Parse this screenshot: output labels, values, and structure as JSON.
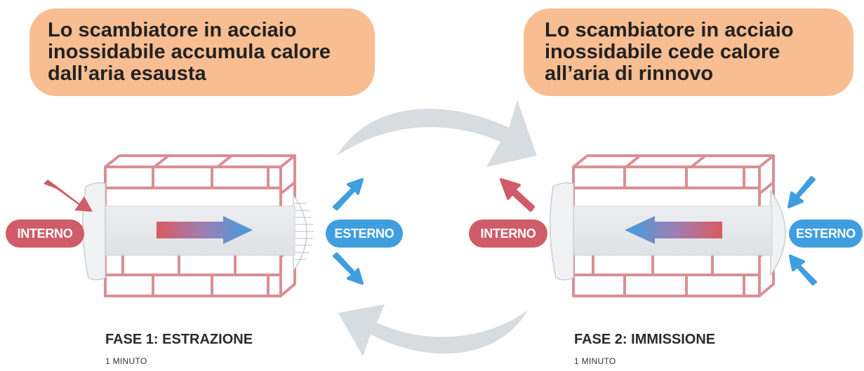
{
  "phase1": {
    "callout": "Lo scambiatore  in acciaio\ninossidabile accumula calore\ndall’aria esausta",
    "title": "FASE 1: ESTRAZIONE",
    "duration": "1 MINUTO",
    "inside_label": "INTERNO",
    "outside_label": "ESTERNO"
  },
  "phase2": {
    "callout": "Lo scambiatore in acciaio\ninossidabile cede calore\nall’aria di rinnovo",
    "title": "FASE 2: IMMISSIONE",
    "duration": "1 MINUTO",
    "inside_label": "INTERNO",
    "outside_label": "ESTERNO"
  },
  "colors": {
    "callout_bg": "#f8bd91",
    "warm_red": "#cf5c66",
    "cool_blue": "#3f9ee0",
    "brick_outline": "#d98f95",
    "cycle_arrow": "#d7dce1"
  }
}
